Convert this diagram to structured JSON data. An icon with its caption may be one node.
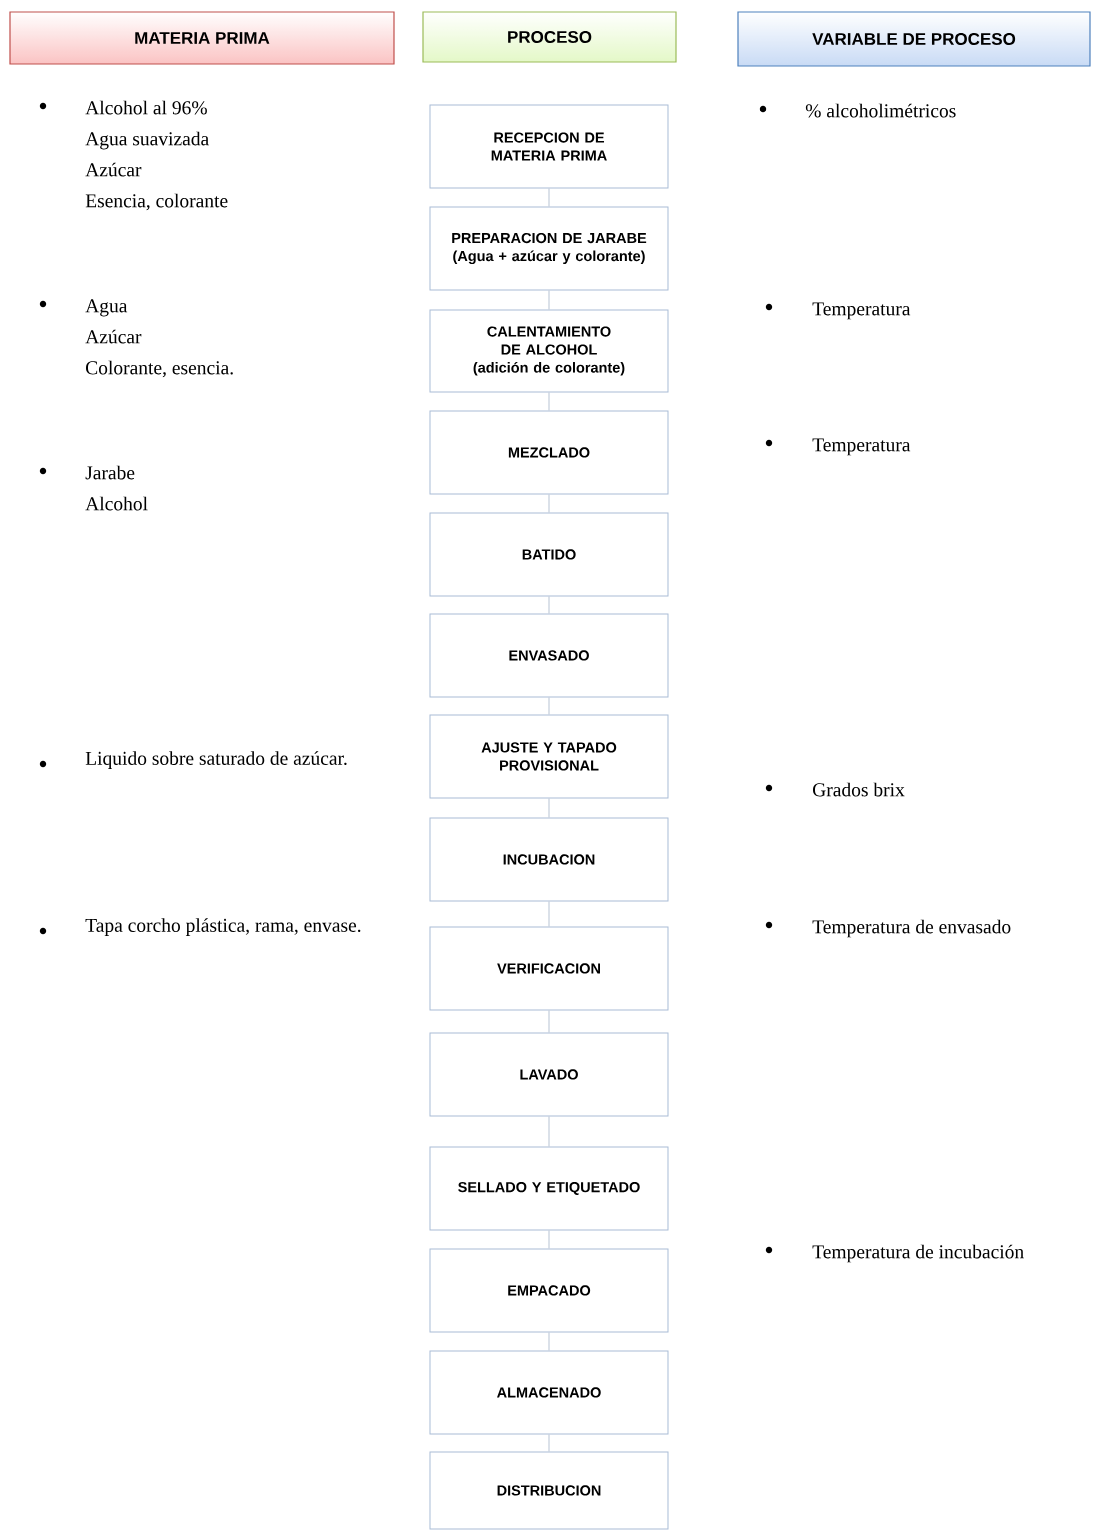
{
  "diagram": {
    "nodes": [
      {
        "text": [
          "MATERIA PRIMA"
        ]
      },
      {
        "text": [
          "PROCESO"
        ]
      },
      {
        "text": [
          "VARIABLE DE PROCESO"
        ]
      },
      {
        "text": [
          "RECEPCION DE MATERIA PRIMA"
        ]
      },
      {
        "text": [
          "PREPARACION DE JARABE (Agua + azúcar y colorante)"
        ]
      },
      {
        "text": [
          "CALENTAMIENTO DE ALCOHOL (adición de colorante)"
        ]
      },
      {
        "text": [
          "MEZCLADO"
        ]
      },
      {
        "text": [
          "BATIDO"
        ]
      },
      {
        "text": [
          "ENVASADO"
        ]
      },
      {
        "text": [
          "AJUSTE Y TAPADO PROVISIONAL"
        ]
      },
      {
        "text": [
          "INCUBACION"
        ]
      },
      {
        "text": [
          "VERIFICACION"
        ]
      },
      {
        "text": [
          "LAVADO"
        ]
      },
      {
        "text": [
          "SELLADO Y ETIQUETADO"
        ]
      },
      {
        "text": [
          "EMPACADO"
        ]
      },
      {
        "text": [
          "ALMACENADO"
        ]
      },
      {
        "text": [
          "DISTRIBUCION"
        ]
      }
    ],
    "edges": [
      {
        "from": 3,
        "to": 4,
        "arrow": "none"
      },
      {
        "from": 4,
        "to": 5,
        "arrow": "none"
      },
      {
        "from": 5,
        "to": 6,
        "arrow": "none"
      },
      {
        "from": 6,
        "to": 7,
        "arrow": "none"
      },
      {
        "from": 7,
        "to": 8,
        "arrow": "none"
      },
      {
        "from": 8,
        "to": 9,
        "arrow": "none"
      },
      {
        "from": 9,
        "to": 10,
        "arrow": "none"
      },
      {
        "from": 10,
        "to": 11,
        "arrow": "none"
      },
      {
        "from": 11,
        "to": 12,
        "arrow": "none"
      },
      {
        "from": 12,
        "to": 13,
        "arrow": "none"
      },
      {
        "from": 13,
        "to": 14,
        "arrow": "none"
      },
      {
        "from": 14,
        "to": 15,
        "arrow": "none"
      },
      {
        "from": 15,
        "to": 16,
        "arrow": "none"
      }
    ],
    "labels": [
      "Alcohol al 96%",
      "Agua suavizada",
      "Azúcar",
      "Esencia, colorante",
      "Agua",
      "Azúcar",
      "Colorante, esencia.",
      "Jarabe",
      "Alcohol",
      "Liquido sobre saturado de azúcar.",
      "Tapa corcho plástica, rama, envase.",
      "% alcoholimétricos",
      "Temperatura",
      "Temperatura",
      "Grados brix",
      "Temperatura de envasado",
      "Temperatura de incubación"
    ]
  }
}
